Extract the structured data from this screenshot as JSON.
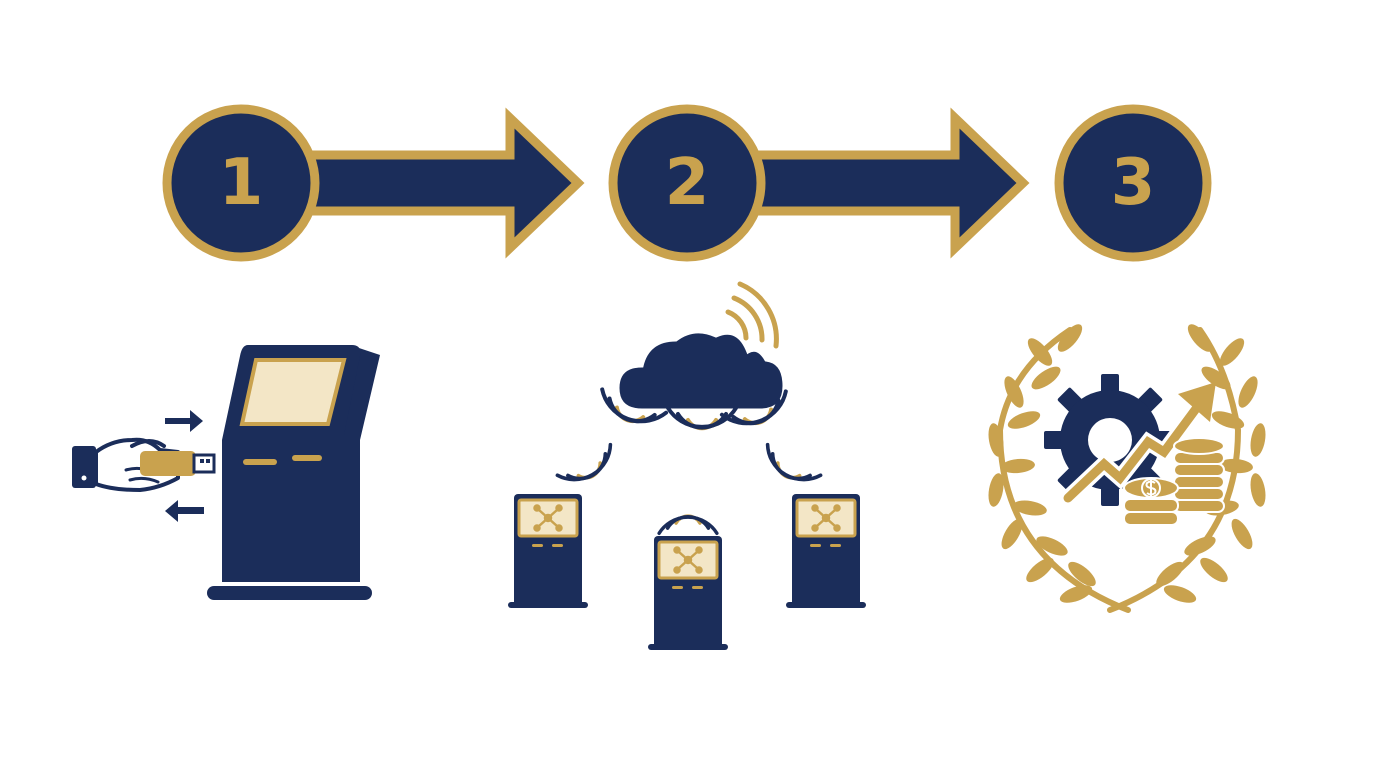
{
  "colors": {
    "navy": "#1b2d5a",
    "gold": "#c9a24e",
    "background": "#ffffff"
  },
  "steps": [
    {
      "number": "1",
      "icon": "kiosk-usb-insert-icon"
    },
    {
      "number": "2",
      "icon": "cloud-connected-kiosks-icon"
    },
    {
      "number": "3",
      "icon": "laurel-growth-coins-icon"
    }
  ],
  "connectors": [
    {
      "from": "1",
      "to": "2",
      "icon": "arrow-right-icon"
    },
    {
      "from": "2",
      "to": "3",
      "icon": "arrow-right-icon"
    }
  ]
}
